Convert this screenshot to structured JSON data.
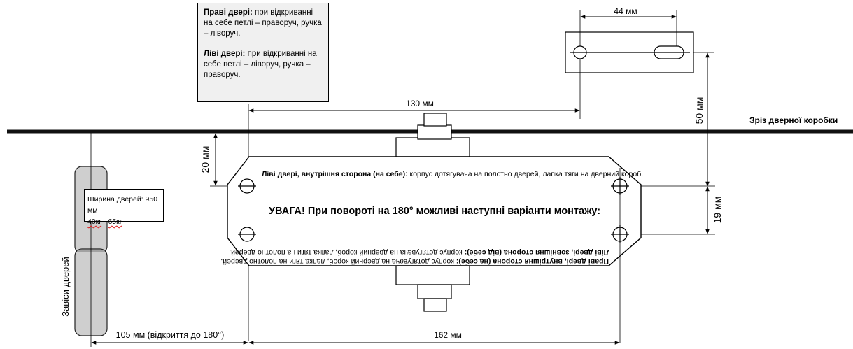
{
  "notes": {
    "right_door_title": "Праві двері:",
    "right_door_text": "при відкриванні на себе петлі – праворуч, ручка – ліворуч.",
    "left_door_title": "Ліві двері:",
    "left_door_text": "при відкриванні на себе петлі – ліворуч, ручка – праворуч."
  },
  "hinge_info": {
    "width_text": "Ширина дверей: 950 мм",
    "weight_min": "40кг",
    "weight_sep": " - ",
    "weight_max": "65кг"
  },
  "dimensions": {
    "bracket_width": "44 мм",
    "bracket_span": "130 мм",
    "height_50": "50 мм",
    "offset_20": "20 мм",
    "offset_19": "19 мм",
    "hinge_offset": "105 мм (відкриття до 180°)",
    "body_length": "162 мм"
  },
  "labels": {
    "frame_cut": "Зріз дверної коробки",
    "hinges": "Завіси дверей"
  },
  "body_text": {
    "left_inner_bold": "Ліві двері, внутрішня сторона (на себе):",
    "left_inner_text": " корпус дотягувача на полотно дверей, лапка тяги на дверний короб.",
    "warning": "УВАГА!  При повороті на 180° можливі наступні варіанти монтажу:",
    "right_inner_bold": "Праві двері, внутрішня сторона (на себе):",
    "right_inner_text": " корпус дотягувача на дверний короб, лапка тяги на полотно дверей.",
    "left_outer_bold": "Ліві двері, зовнішня сторона (від себе):",
    "left_outer_text": " корпус дотягувача на дверний короб, лапка тяги на полотно дверей."
  },
  "colors": {
    "line": "#000000",
    "hinge_fill": "#cfcfcf",
    "note_fill": "#f0f0f0"
  }
}
